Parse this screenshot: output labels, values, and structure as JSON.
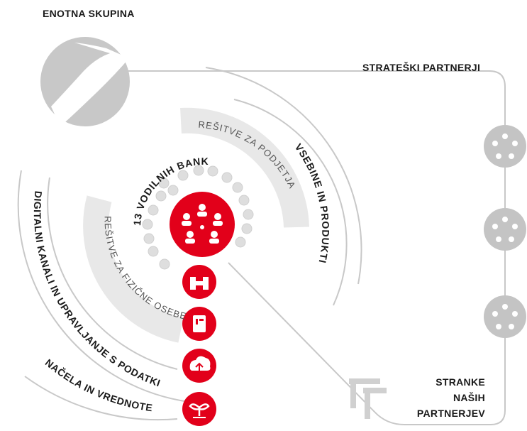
{
  "labels": {
    "group": "ENOTNA SKUPINA",
    "strategic_partners": "STRATEŠKI PARTNERJI",
    "partner_clients_line1": "STRANKE",
    "partner_clients_line2": "NAŠIH",
    "partner_clients_line3": "PARTNERJEV",
    "business_solutions": "REŠITVE ZA PODJETJA",
    "individual_solutions": "REŠITVE ZA FIZIČNE OSEBE",
    "banks": "13 VODILNIH BANK",
    "content_products": "VSEBINE IN PRODUKTI",
    "digital_channels": "DIGITALNI KANALI IN UPRAVLJANJE S PODATKI",
    "principles": "NAČELA IN VREDNOTE"
  },
  "icons": {
    "logo": "unicredit-logo-icon",
    "center": "people-network-icon",
    "partner": "partner-network-icon",
    "handshake": "handshake-icon",
    "document": "document-icon",
    "cloud": "cloud-upload-icon",
    "sprout": "sprout-icon",
    "bank": "bank-icon"
  },
  "colors": {
    "accent_red": "#e2001a",
    "light_grey": "#e8e8e8",
    "mid_grey": "#c4c4c4",
    "line_grey": "#c8c8c8",
    "text": "#1a1a1a"
  }
}
